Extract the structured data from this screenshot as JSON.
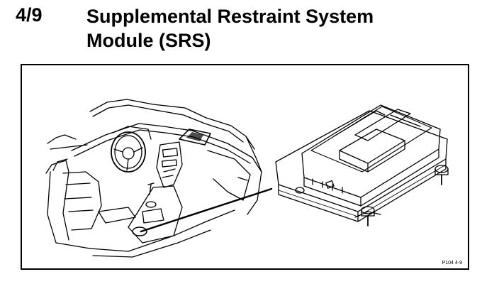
{
  "header": {
    "section_number": "4/9",
    "title_line1": "Supplemental Restraint System",
    "title_line2": "Module (SRS)"
  },
  "figure": {
    "code": "P104 4-9",
    "left_icon": "car-interior-illustration",
    "right_icon": "srs-module-illustration"
  }
}
